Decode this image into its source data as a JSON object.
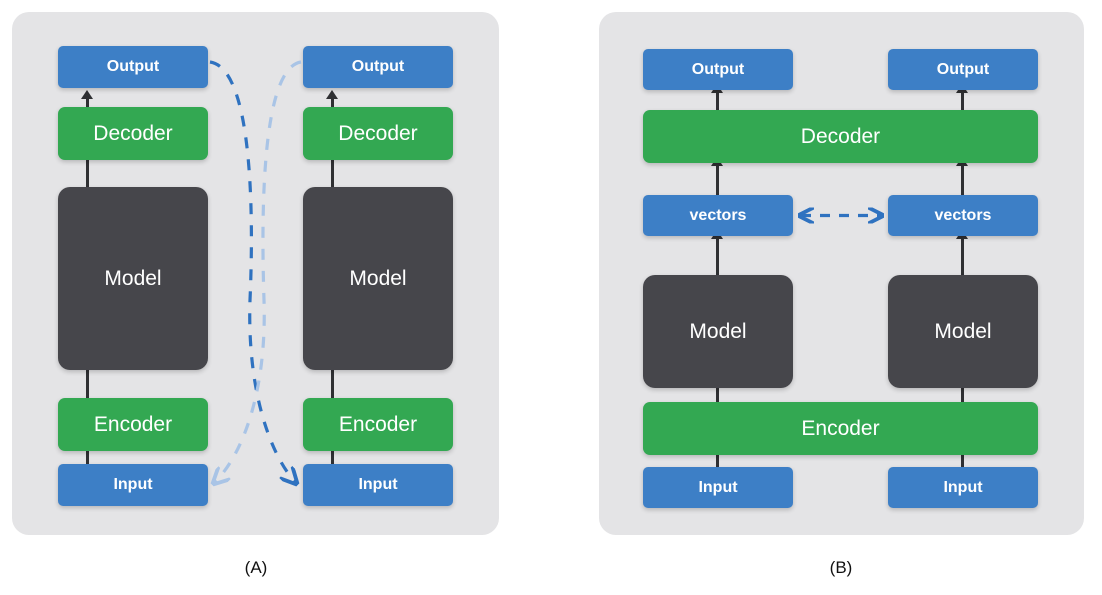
{
  "figure": {
    "type": "diagram",
    "title": "",
    "panel_count": 2
  },
  "colors": {
    "blue": "#3d7fc6",
    "green": "#33a852",
    "dark": "#46464b",
    "panel_background": "#e4e4e6",
    "page_background": "#ffffff",
    "connector": "#2f3033",
    "dashed_arrow_strong": "#2f72c0",
    "dashed_arrow_faint": "#a9c4e6"
  },
  "panel_a": {
    "caption": "(A)",
    "left_column": {
      "output": "Output",
      "decoder": "Decoder",
      "model": "Model",
      "encoder": "Encoder",
      "input": "Input"
    },
    "right_column": {
      "output": "Output",
      "decoder": "Decoder",
      "model": "Model",
      "encoder": "Encoder",
      "input": "Input"
    },
    "cross_links": [
      {
        "from": "left-output",
        "to": "right-input",
        "style": "dashed",
        "direction": "one-way",
        "color": "#2f72c0"
      },
      {
        "from": "right-output",
        "to": "left-input",
        "style": "dashed",
        "direction": "one-way",
        "color": "#a9c4e6"
      }
    ]
  },
  "panel_b": {
    "caption": "(B)",
    "shared": {
      "decoder": "Decoder",
      "encoder": "Encoder"
    },
    "left_column": {
      "output": "Output",
      "vectors": "vectors",
      "model": "Model",
      "input": "Input"
    },
    "right_column": {
      "output": "Output",
      "vectors": "vectors",
      "model": "Model",
      "input": "Input"
    },
    "cross_links": [
      {
        "from": "left-vectors",
        "to": "right-vectors",
        "style": "dashed",
        "direction": "bidirectional",
        "color": "#2f72c0"
      }
    ]
  }
}
